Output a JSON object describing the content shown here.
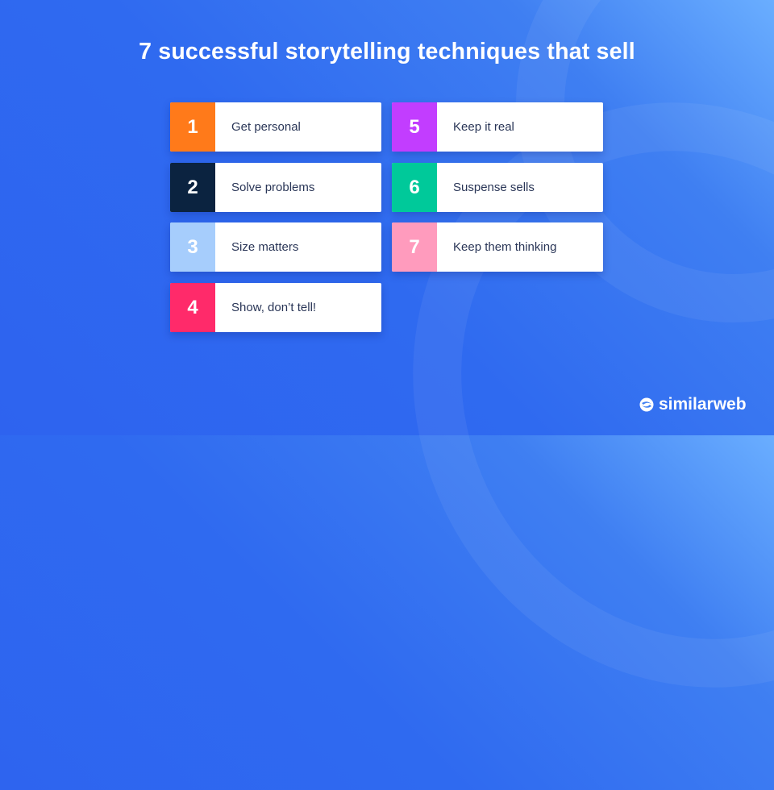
{
  "title": "7 successful storytelling techniques that sell",
  "items": [
    {
      "number": "1",
      "label": "Get personal",
      "color": "#ff7a1a"
    },
    {
      "number": "2",
      "label": "Solve problems",
      "color": "#0b2340"
    },
    {
      "number": "3",
      "label": "Size matters",
      "color": "#a6cdfc"
    },
    {
      "number": "4",
      "label": "Show, don’t tell!",
      "color": "#ff2a6a"
    },
    {
      "number": "5",
      "label": "Keep it real",
      "color": "#c23dff"
    },
    {
      "number": "6",
      "label": "Suspense sells",
      "color": "#00c99a"
    },
    {
      "number": "7",
      "label": "Keep them thinking",
      "color": "#ff9bbd"
    }
  ],
  "brand": {
    "name": "similarweb",
    "icon": "similarweb-logo-icon"
  },
  "colors": {
    "background": "#2f6af0",
    "text_dark": "#2a3657"
  }
}
